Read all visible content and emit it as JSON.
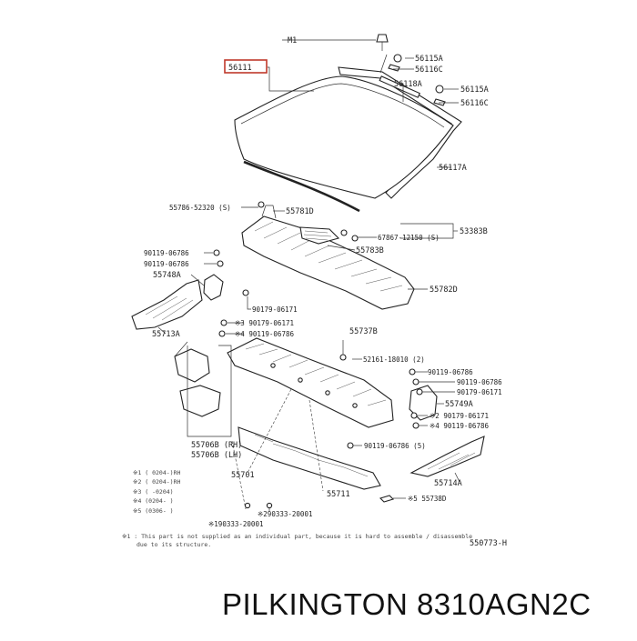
{
  "labels": {
    "m1": "M1",
    "p56111": "56111",
    "p56115a_1": "56115A",
    "p56116c_1": "56116C",
    "p56118a": "56118A",
    "p56115a_2": "56115A",
    "p56116c_2": "56116C",
    "p56117a": "56117A",
    "p55786": "55786-52320 (S)",
    "p55781d": "55781D",
    "p67867": "67867-12150 (S)",
    "p53383b": "53383B",
    "p90119_06786_a": "90119-06786",
    "p55783b": "55783B",
    "p90119_06786_b": "90119-06786",
    "p55748a": "55748A",
    "p55782d": "55782D",
    "p90179_06171_a": "90179-06171",
    "p90179_06171_b": "※3 90179-06171",
    "p90119_06786_c": "※4 90119-06786",
    "p55713a": "55713A",
    "p55737b": "55737B",
    "p52161": "52161-18010 (2)",
    "p90119_06786_d": "90119-06786",
    "p90119_06786_e": "90119-06786",
    "p90179_06171_c": "90179-06171",
    "p55749a": "55749A",
    "p90179_06171_d": "※2 90179-06171",
    "p90119_06786_f": "※4 90119-06786",
    "p55706b_rh": "55706B (RH)",
    "p55706_lh": "55706B (LH)",
    "p90119_06786_g": "90119-06786 (5)",
    "p55714a": "55714A",
    "p55701": "55701",
    "p55711": "55711",
    "p55738d": "※5 55738D",
    "p290333": "※290333-20001",
    "p190333": "※190333-20001",
    "p550773": "550773-H"
  },
  "legend": [
    "※1 ( 0204-)RH",
    "※2 ( 0204-)RH",
    "※3 (     -0204)",
    "※4 (0204-   )",
    "※5 (0306-   )"
  ],
  "footnote": [
    "※1 : This part is not supplied as an individual part, because it is hard to assemble / disassemble",
    "due to its structure."
  ],
  "product_title": "PILKINGTON 8310AGN2C"
}
